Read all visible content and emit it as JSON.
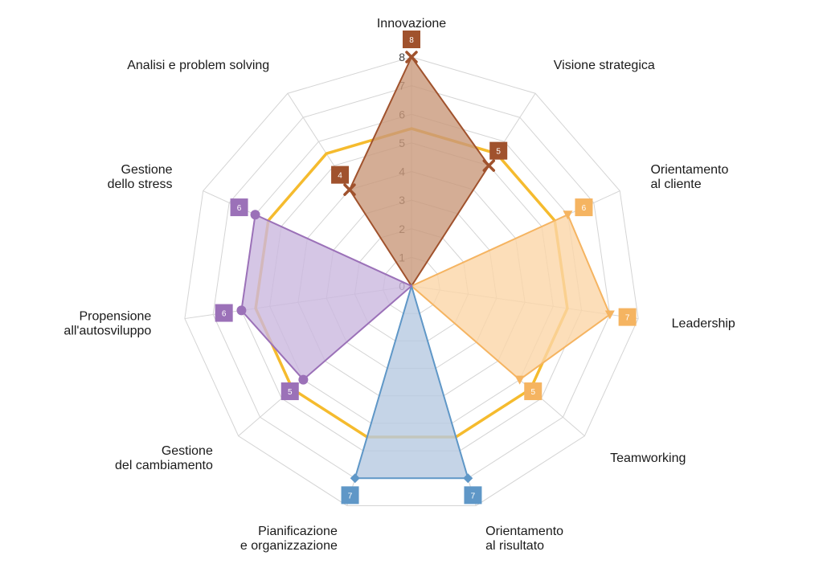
{
  "chart_data": {
    "type": "radar",
    "categories": [
      "Innovazione",
      "Visione strategica",
      "Orientamento\nal cliente",
      "Leadership",
      "Teamworking",
      "Orientamento\nal risultato",
      "Pianificazione\ne organizzazione",
      "Gestione\ndel cambiamento",
      "Propensione\nall'autosviluppo",
      "Gestione\ndello stress",
      "Analisi e problem solving"
    ],
    "rlim": [
      0,
      8
    ],
    "ticks": [
      0,
      1,
      2,
      3,
      4,
      5,
      6,
      7,
      8
    ],
    "grid": true,
    "legend": "none",
    "series": [
      {
        "style": "line",
        "color": "#f5bb2e",
        "values": [
          5.5,
          5.5,
          5.5,
          5.5,
          5.5,
          5.5,
          5.5,
          5.5,
          5.5,
          5.5,
          5.5
        ]
      },
      {
        "style": "area",
        "color": "#a0522d",
        "fill": "#c9987b",
        "marker": "x-icon",
        "values": [
          8,
          5,
          0,
          0,
          0,
          0,
          0,
          0,
          0,
          0,
          4
        ],
        "labels": [
          "8",
          "5",
          "",
          "",
          "",
          "",
          "",
          "",
          "",
          "",
          "4"
        ]
      },
      {
        "style": "area",
        "color": "#f5b461",
        "fill": "#fbd6a8",
        "marker": "triangle-down-icon",
        "values": [
          0,
          0,
          6,
          7,
          5,
          0,
          0,
          0,
          0,
          0,
          0
        ],
        "labels": [
          "",
          "",
          "6",
          "7",
          "5",
          "",
          "",
          "",
          "",
          "",
          ""
        ]
      },
      {
        "style": "area",
        "color": "#5f97c7",
        "fill": "#b6c9e1",
        "marker": "diamond-icon",
        "values": [
          0,
          0,
          0,
          0,
          0,
          7,
          7,
          0,
          0,
          0,
          0
        ],
        "labels": [
          "",
          "",
          "",
          "",
          "",
          "7",
          "7",
          "",
          "",
          "",
          ""
        ]
      },
      {
        "style": "area",
        "color": "#9b71b8",
        "fill": "#cbb8de",
        "marker": "circle-icon",
        "values": [
          0,
          0,
          0,
          0,
          0,
          0,
          0,
          5,
          6,
          6,
          0
        ],
        "labels": [
          "",
          "",
          "",
          "",
          "",
          "",
          "",
          "5",
          "6",
          "6",
          ""
        ]
      }
    ]
  }
}
